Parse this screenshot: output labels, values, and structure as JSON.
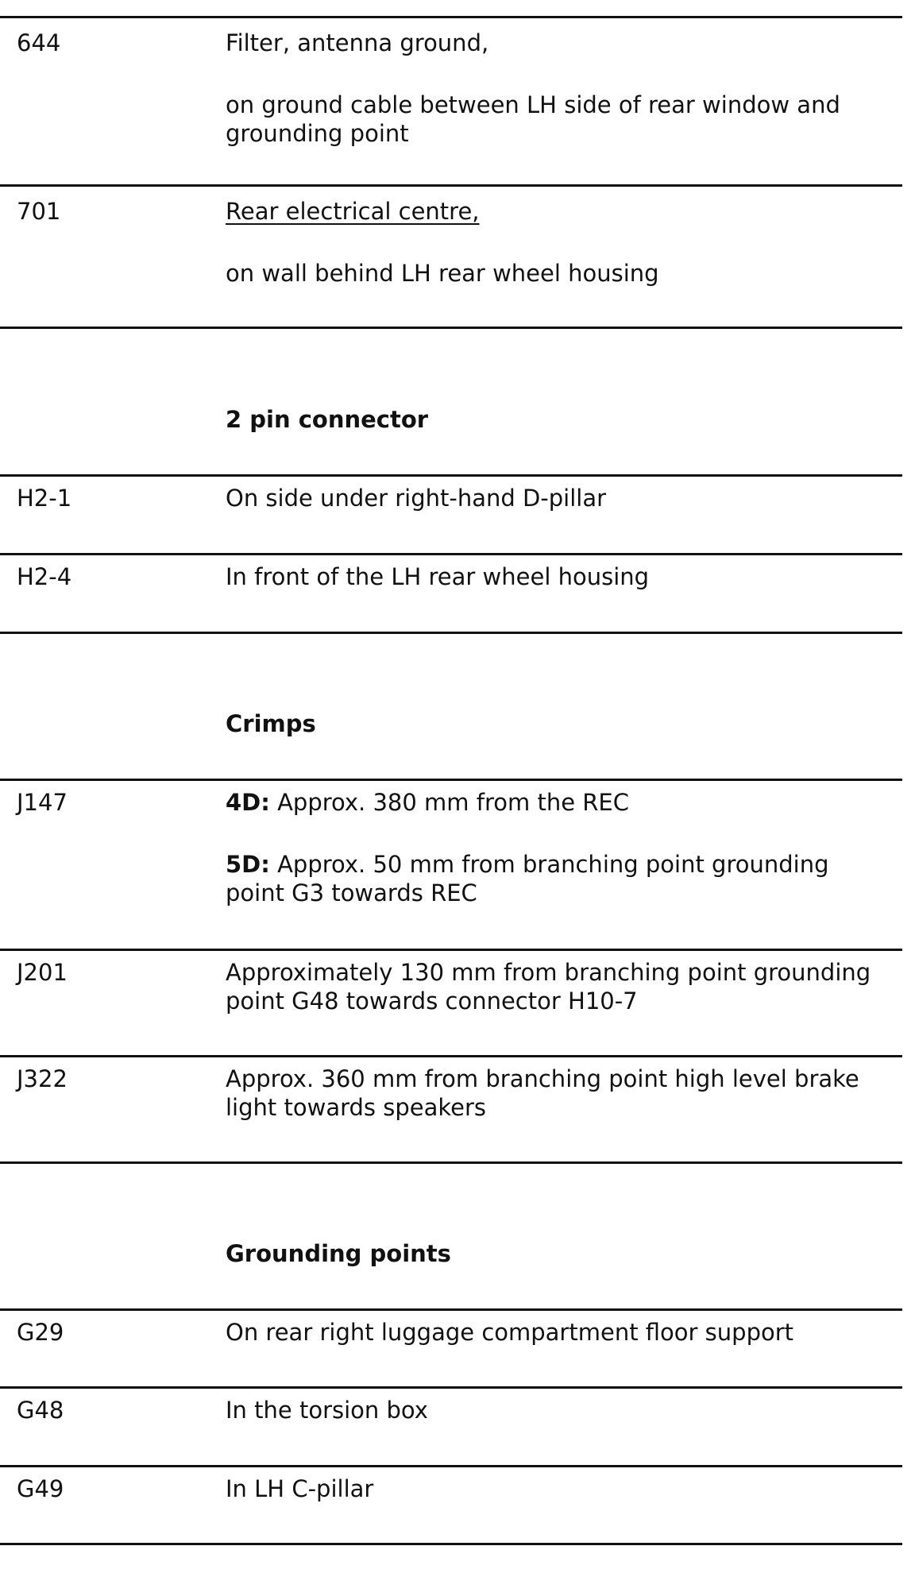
{
  "rows": {
    "r644": {
      "id": "644",
      "line1": "Filter, antenna ground,",
      "line2a": "on ground cable between LH side of rear window and",
      "line2b": "grounding point"
    },
    "r701": {
      "id": "701",
      "line1": "Rear electrical centre,",
      "line2": "on wall behind LH rear wheel housing"
    },
    "rH21": {
      "id": "H2-1",
      "desc": "On side under right-hand D-pillar"
    },
    "rH24": {
      "id": "H2-4",
      "desc": "In front of the LH rear wheel housing"
    },
    "rJ147": {
      "id": "J147",
      "p1_label": "4D:",
      "p1_text": " Approx. 380 mm from the REC",
      "p2_label": "5D:",
      "p2_text_a": " Approx. 50 mm from branching point grounding",
      "p2_text_b": "point G3 towards REC"
    },
    "rJ201": {
      "id": "J201",
      "line1": "Approximately 130 mm from branching point grounding",
      "line2": "point G48 towards connector H10-7"
    },
    "rJ322": {
      "id": "J322",
      "line1": "Approx. 360 mm from branching point high level brake",
      "line2": "light towards speakers"
    },
    "rG29": {
      "id": "G29",
      "desc": "On rear right luggage compartment floor support"
    },
    "rG48": {
      "id": "G48",
      "desc": "In the torsion box"
    },
    "rG49": {
      "id": "G49",
      "desc": "In LH C-pillar"
    }
  },
  "headings": {
    "two_pin": "2 pin connector",
    "crimps": "Crimps",
    "grounding": "Grounding points"
  }
}
